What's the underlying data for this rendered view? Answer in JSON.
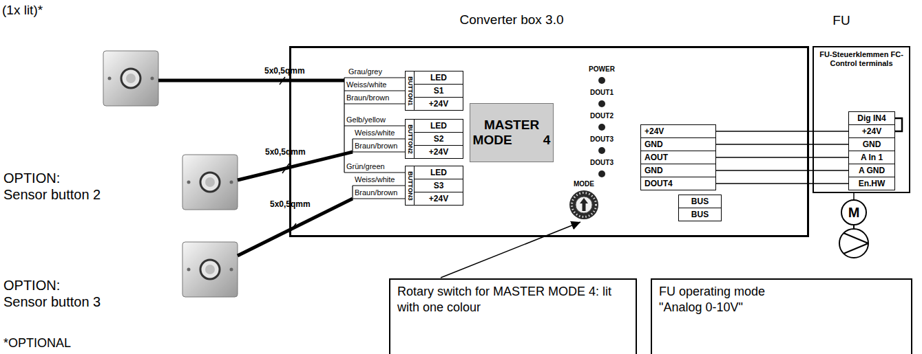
{
  "diagram": {
    "nodes": [
      {
        "text": [
          "Converter box 3.0"
        ]
      },
      {
        "text": [
          "BUTTON1"
        ],
        "in": 0
      },
      {
        "text": [
          "LED"
        ],
        "in": 0
      },
      {
        "text": [
          "S1"
        ],
        "in": 0
      },
      {
        "text": [
          "+24V"
        ],
        "in": 0
      },
      {
        "text": [
          "BUTTON2"
        ],
        "in": 0
      },
      {
        "text": [
          "LED"
        ],
        "in": 0
      },
      {
        "text": [
          "S2"
        ],
        "in": 0
      },
      {
        "text": [
          "+24V"
        ],
        "in": 0
      },
      {
        "text": [
          "BUTTON3"
        ],
        "in": 0
      },
      {
        "text": [
          "LED"
        ],
        "in": 0
      },
      {
        "text": [
          "S3"
        ],
        "in": 0
      },
      {
        "text": [
          "+24V"
        ],
        "in": 0
      },
      {
        "text": [
          "MASTER MODE 4"
        ],
        "in": 0
      },
      {
        "text": [
          "+24V"
        ],
        "in": 0
      },
      {
        "text": [
          "GND"
        ],
        "in": 0
      },
      {
        "text": [
          "AOUT"
        ],
        "in": 0
      },
      {
        "text": [
          "GND"
        ],
        "in": 0
      },
      {
        "text": [
          "DOUT4"
        ],
        "in": 0
      },
      {
        "text": [
          "BUS"
        ],
        "in": 0
      },
      {
        "text": [
          "BUS"
        ],
        "in": 0
      },
      {
        "text": [
          "FU",
          "FU-Steuerklemmen FC-Control terminals"
        ]
      },
      {
        "text": [
          "Dig IN4"
        ],
        "in": 21
      },
      {
        "text": [
          "+24V"
        ],
        "in": 21
      },
      {
        "text": [
          "GND"
        ],
        "in": 21
      },
      {
        "text": [
          "A In 1"
        ],
        "in": 21
      },
      {
        "text": [
          "A GND"
        ],
        "in": 21
      },
      {
        "text": [
          "En.HW"
        ],
        "in": 21
      },
      {
        "text": [
          "M"
        ]
      },
      {
        "text": [
          "Rotary switch for MASTER MODE 4: lit with one colour"
        ]
      },
      {
        "text": [
          "FU operating mode \"Analog 0-10V\""
        ]
      }
    ],
    "edges": [
      {
        "from": 14,
        "to": 23,
        "arrow": "none"
      },
      {
        "from": 15,
        "to": 24,
        "arrow": "none"
      },
      {
        "from": 16,
        "to": 25,
        "arrow": "none"
      },
      {
        "from": 17,
        "to": 26,
        "arrow": "none"
      },
      {
        "from": 18,
        "to": 27,
        "arrow": "none"
      },
      {
        "from": 22,
        "to": 23,
        "arrow": "none"
      },
      {
        "from": 21,
        "to": 28,
        "arrow": "none"
      }
    ],
    "labels": [
      "(1x lit)*",
      "5x0,5qmm",
      "Grau/grey",
      "Weiss/white",
      "Braun/brown",
      "POWER",
      "DOUT1",
      "5x0,5qmm",
      "Gelb/yellow",
      "Weiss/white",
      "Braun/brown",
      "DOUT2",
      "DOUT3",
      "OPTION:",
      "Sensor button 2",
      "Grün/green",
      "Weiss/white",
      "Braun/brown",
      "DOUT3",
      "MODE",
      "5x0,5qmm",
      "OPTION:",
      "Sensor button 3",
      "*OPTIONAL"
    ]
  }
}
